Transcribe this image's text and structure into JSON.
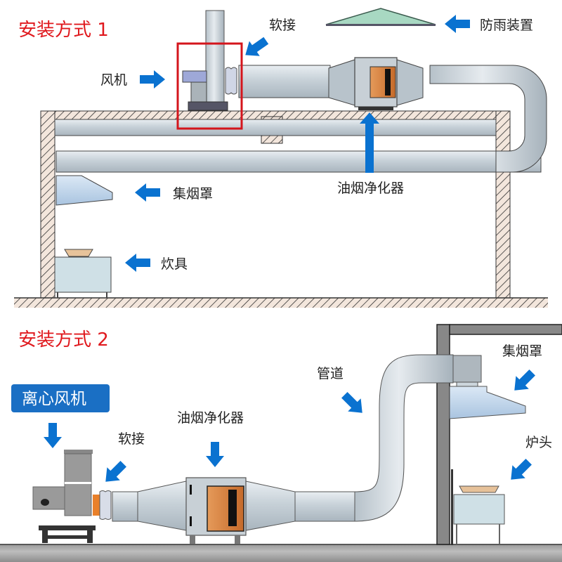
{
  "diagram": {
    "section1": {
      "title": "安装方式 1",
      "labels": {
        "fan": "风机",
        "soft_joint": "软接",
        "rain_cap": "防雨装置",
        "hood": "集烟罩",
        "purifier": "油烟净化器",
        "cooker": "炊具"
      }
    },
    "section2": {
      "title": "安装方式 2",
      "labels": {
        "centrifugal_fan": "离心风机",
        "soft_joint": "软接",
        "purifier": "油烟净化器",
        "duct": "管道",
        "hood": "集烟罩",
        "burner": "炉头"
      }
    },
    "colors": {
      "title_red": "#e0191e",
      "arrow_blue": "#0a72d0",
      "badge_blue": "#1a6fc4",
      "highlight_red": "#d4151c",
      "duct_gray": "#c9d3da",
      "filter_orange": "#d9823f"
    }
  }
}
